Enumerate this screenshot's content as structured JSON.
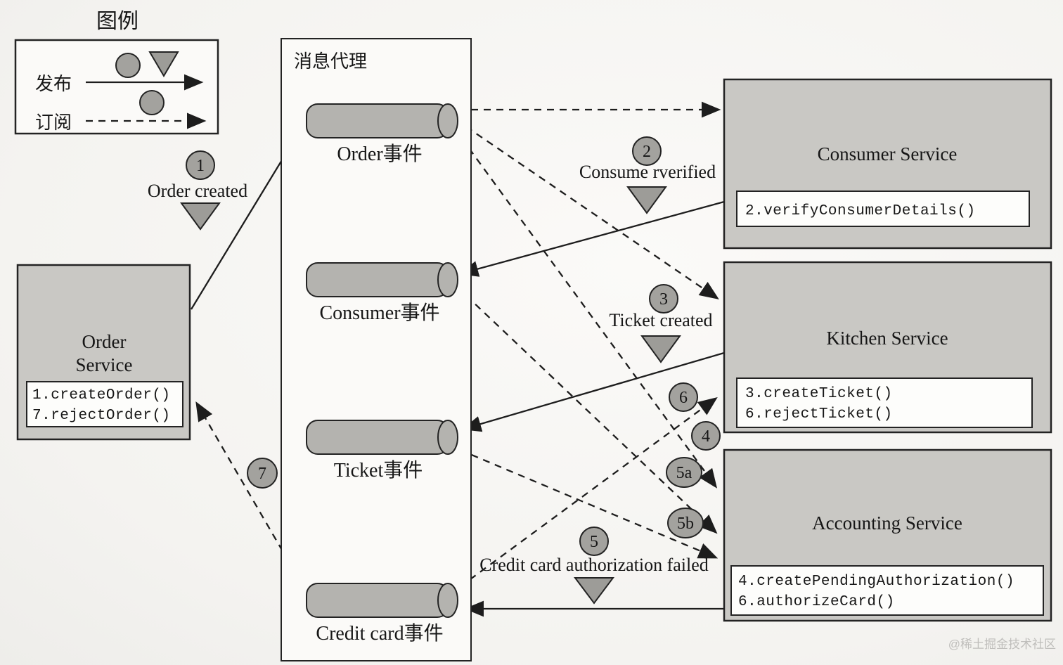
{
  "legend": {
    "title": "图例",
    "rows": [
      {
        "label": "发布",
        "type": "solid-arrow"
      },
      {
        "label": "订阅",
        "type": "dashed-arrow"
      }
    ]
  },
  "broker": {
    "title": "消息代理",
    "channels": [
      {
        "label": "Order事件"
      },
      {
        "label": "Consumer事件"
      },
      {
        "label": "Ticket事件"
      },
      {
        "label": "Credit card事件"
      }
    ]
  },
  "services": {
    "order": {
      "title_line1": "Order",
      "title_line2": "Service",
      "methods": [
        "1.createOrder()",
        "7.rejectOrder()"
      ]
    },
    "consumer": {
      "title": "Consumer Service",
      "methods": [
        "2.verifyConsumerDetails()"
      ]
    },
    "kitchen": {
      "title": "Kitchen Service",
      "methods": [
        "3.createTicket()",
        "6.rejectTicket()"
      ]
    },
    "accounting": {
      "title": "Accounting Service",
      "methods": [
        "4.createPendingAuthorization()",
        "6.authorizeCard()"
      ]
    }
  },
  "steps": {
    "s1": {
      "num": "1",
      "label": "Order created"
    },
    "s2": {
      "num": "2",
      "label": "Consume rverified"
    },
    "s3": {
      "num": "3",
      "label": "Ticket created"
    },
    "s4": {
      "num": "4",
      "label": ""
    },
    "s5": {
      "num": "5",
      "label": "Credit card authorization failed"
    },
    "s5a": {
      "num": "5a",
      "label": ""
    },
    "s5b": {
      "num": "5b",
      "label": ""
    },
    "s6": {
      "num": "6",
      "label": ""
    },
    "s7": {
      "num": "7",
      "label": ""
    }
  },
  "watermark": "@稀土掘金技术社区",
  "colors": {
    "service_fill": "#c9c8c4",
    "cylinder_fill": "#b4b3af",
    "badge_fill": "#a3a29e",
    "triangle_fill": "#9d9c98",
    "line": "#1d1d1d",
    "paper": "#f6f5f2"
  }
}
